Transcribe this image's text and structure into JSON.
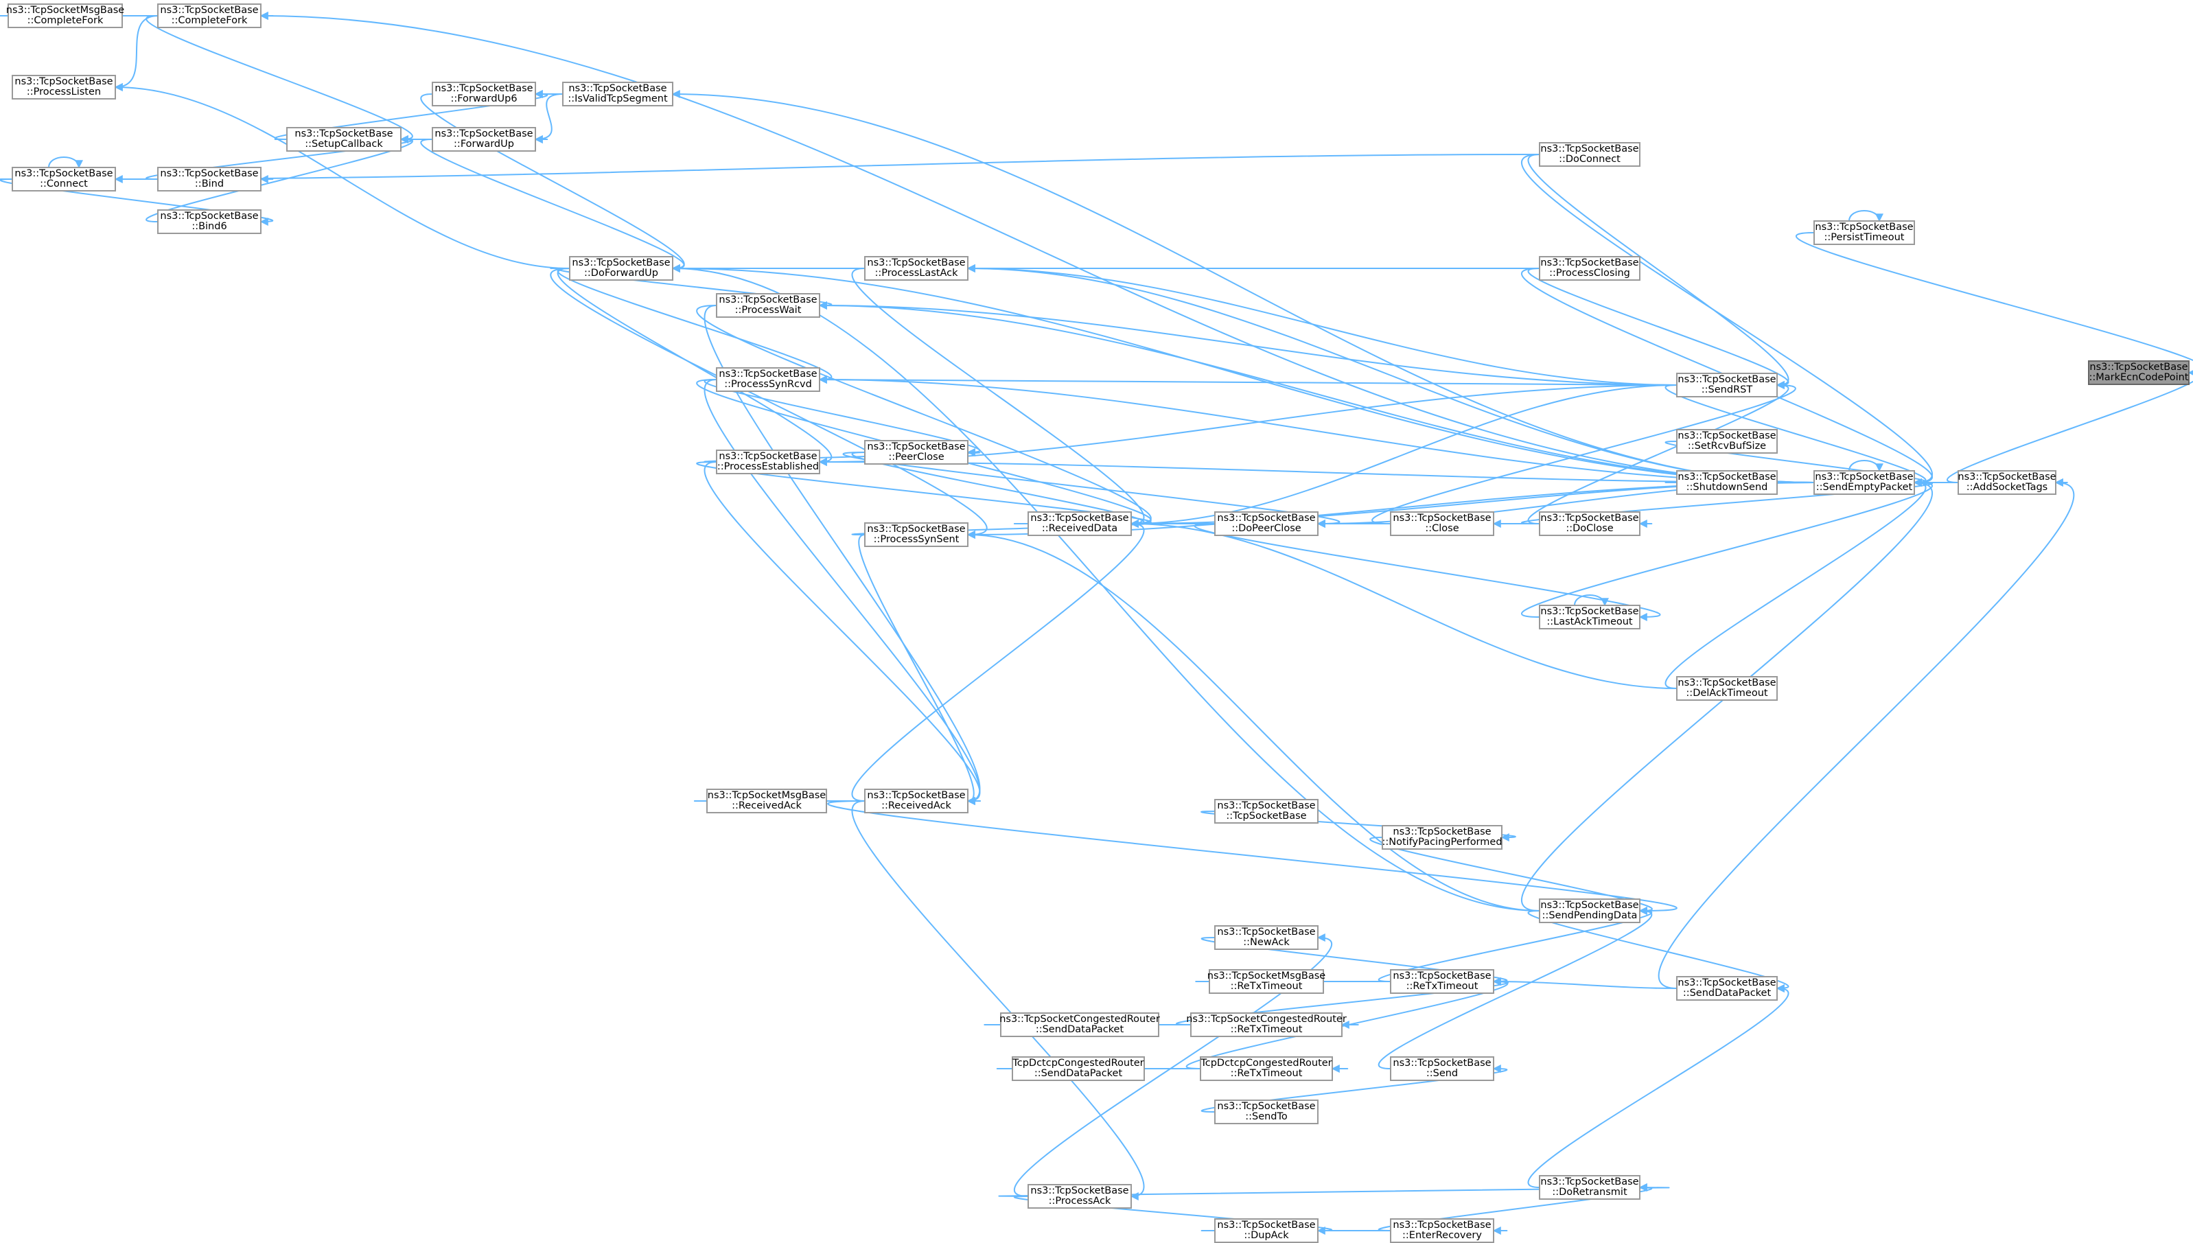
{
  "graph": {
    "title": "",
    "nodes": [
      {
        "id": "MarkEcnCodePoint",
        "lines": [
          "ns3::TcpSocketBase",
          "::MarkEcnCodePoint"
        ],
        "focus": true
      },
      {
        "id": "AddSocketTags",
        "lines": [
          "ns3::TcpSocketBase",
          "::AddSocketTags"
        ]
      },
      {
        "id": "PersistTimeout",
        "lines": [
          "ns3::TcpSocketBase",
          "::PersistTimeout"
        ]
      },
      {
        "id": "SendEmptyPacket",
        "lines": [
          "ns3::TcpSocketBase",
          "::SendEmptyPacket"
        ]
      },
      {
        "id": "SendDataPacket",
        "lines": [
          "ns3::TcpSocketBase",
          "::SendDataPacket"
        ]
      },
      {
        "id": "DoConnect",
        "lines": [
          "ns3::TcpSocketBase",
          "::DoConnect"
        ]
      },
      {
        "id": "ProcessClosing",
        "lines": [
          "ns3::TcpSocketBase",
          "::ProcessClosing"
        ]
      },
      {
        "id": "SendRST",
        "lines": [
          "ns3::TcpSocketBase",
          "::SendRST"
        ]
      },
      {
        "id": "SetRcvBufSize",
        "lines": [
          "ns3::TcpSocketBase",
          "::SetRcvBufSize"
        ]
      },
      {
        "id": "ShutdownSend",
        "lines": [
          "ns3::TcpSocketBase",
          "::ShutdownSend"
        ]
      },
      {
        "id": "DoClose",
        "lines": [
          "ns3::TcpSocketBase",
          "::DoClose"
        ]
      },
      {
        "id": "LastAckTimeout",
        "lines": [
          "ns3::TcpSocketBase",
          "::LastAckTimeout"
        ]
      },
      {
        "id": "DelAckTimeout",
        "lines": [
          "ns3::TcpSocketBase",
          "::DelAckTimeout"
        ]
      },
      {
        "id": "SendPendingData",
        "lines": [
          "ns3::TcpSocketBase",
          "::SendPendingData"
        ]
      },
      {
        "id": "DoRetransmit",
        "lines": [
          "ns3::TcpSocketBase",
          "::DoRetransmit"
        ]
      },
      {
        "id": "Close",
        "lines": [
          "ns3::TcpSocketBase",
          "::Close"
        ]
      },
      {
        "id": "NotifyPacingPerformed",
        "lines": [
          "ns3::TcpSocketBase",
          "::NotifyPacingPerformed"
        ]
      },
      {
        "id": "ReTxTimeout",
        "lines": [
          "ns3::TcpSocketBase",
          "::ReTxTimeout"
        ]
      },
      {
        "id": "Send",
        "lines": [
          "ns3::TcpSocketBase",
          "::Send"
        ]
      },
      {
        "id": "EnterRecovery",
        "lines": [
          "ns3::TcpSocketBase",
          "::EnterRecovery"
        ]
      },
      {
        "id": "DoPeerClose",
        "lines": [
          "ns3::TcpSocketBase",
          "::DoPeerClose"
        ]
      },
      {
        "id": "TcpSocketBaseCtor",
        "lines": [
          "ns3::TcpSocketBase",
          "::TcpSocketBase"
        ]
      },
      {
        "id": "NewAck",
        "lines": [
          "ns3::TcpSocketBase",
          "::NewAck"
        ]
      },
      {
        "id": "MsgReTxTimeout",
        "lines": [
          "ns3::TcpSocketMsgBase",
          "::ReTxTimeout"
        ]
      },
      {
        "id": "CongReTxTimeout",
        "lines": [
          "ns3::TcpSocketCongestedRouter",
          "::ReTxTimeout"
        ]
      },
      {
        "id": "DctcpReTxTimeout",
        "lines": [
          "TcpDctcpCongestedRouter",
          "::ReTxTimeout"
        ]
      },
      {
        "id": "SendTo",
        "lines": [
          "ns3::TcpSocketBase",
          "::SendTo"
        ]
      },
      {
        "id": "DupAck",
        "lines": [
          "ns3::TcpSocketBase",
          "::DupAck"
        ]
      },
      {
        "id": "ReceivedData",
        "lines": [
          "ns3::TcpSocketBase",
          "::ReceivedData"
        ]
      },
      {
        "id": "ProcessAck",
        "lines": [
          "ns3::TcpSocketBase",
          "::ProcessAck"
        ]
      },
      {
        "id": "CongSendDataPacket",
        "lines": [
          "ns3::TcpSocketCongestedRouter",
          "::SendDataPacket"
        ]
      },
      {
        "id": "DctcpSendDataPacket",
        "lines": [
          "TcpDctcpCongestedRouter",
          "::SendDataPacket"
        ]
      },
      {
        "id": "ProcessLastAck",
        "lines": [
          "ns3::TcpSocketBase",
          "::ProcessLastAck"
        ]
      },
      {
        "id": "PeerClose",
        "lines": [
          "ns3::TcpSocketBase",
          "::PeerClose"
        ]
      },
      {
        "id": "ProcessSynSent",
        "lines": [
          "ns3::TcpSocketBase",
          "::ProcessSynSent"
        ]
      },
      {
        "id": "ReceivedAck",
        "lines": [
          "ns3::TcpSocketBase",
          "::ReceivedAck"
        ]
      },
      {
        "id": "ProcessWait",
        "lines": [
          "ns3::TcpSocketBase",
          "::ProcessWait"
        ]
      },
      {
        "id": "ProcessSynRcvd",
        "lines": [
          "ns3::TcpSocketBase",
          "::ProcessSynRcvd"
        ]
      },
      {
        "id": "ProcessEstablished",
        "lines": [
          "ns3::TcpSocketBase",
          "::ProcessEstablished"
        ]
      },
      {
        "id": "MsgReceivedAck",
        "lines": [
          "ns3::TcpSocketMsgBase",
          "::ReceivedAck"
        ]
      },
      {
        "id": "IsValidTcpSegment",
        "lines": [
          "ns3::TcpSocketBase",
          "::IsValidTcpSegment"
        ]
      },
      {
        "id": "ForwardUp6",
        "lines": [
          "ns3::TcpSocketBase",
          "::ForwardUp6"
        ]
      },
      {
        "id": "ForwardUp",
        "lines": [
          "ns3::TcpSocketBase",
          "::ForwardUp"
        ]
      },
      {
        "id": "DoForwardUp",
        "lines": [
          "ns3::TcpSocketBase",
          "::DoForwardUp"
        ]
      },
      {
        "id": "CompleteFork",
        "lines": [
          "ns3::TcpSocketBase",
          "::CompleteFork"
        ]
      },
      {
        "id": "SetupCallback",
        "lines": [
          "ns3::TcpSocketBase",
          "::SetupCallback"
        ]
      },
      {
        "id": "Bind",
        "lines": [
          "ns3::TcpSocketBase",
          "::Bind"
        ]
      },
      {
        "id": "Bind6",
        "lines": [
          "ns3::TcpSocketBase",
          "::Bind6"
        ]
      },
      {
        "id": "MsgCompleteFork",
        "lines": [
          "ns3::TcpSocketMsgBase",
          "::CompleteFork"
        ]
      },
      {
        "id": "ProcessListen",
        "lines": [
          "ns3::TcpSocketBase",
          "::ProcessListen"
        ]
      },
      {
        "id": "Connect",
        "lines": [
          "ns3::TcpSocketBase",
          "::Connect"
        ]
      }
    ]
  }
}
